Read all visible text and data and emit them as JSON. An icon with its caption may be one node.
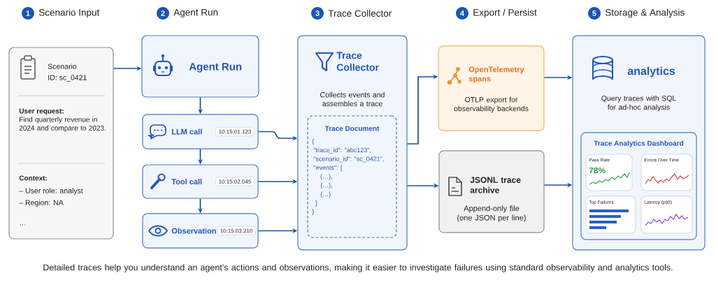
{
  "diagram": {
    "caption": "Detailed traces help you understand an agent’s actions and observations, making it easier to investigate failures using standard observability and analytics tools.",
    "nodes": [
      {
        "text": [
          "Scenario",
          "ID: sc_0421",
          "User request:",
          "Find quarterly revenue in 2024 and compare to 2023.",
          "Context:",
          "– User role: analyst",
          "– Region: NA",
          "…"
        ]
      },
      {
        "text": [
          "Agent Run"
        ]
      },
      {
        "text": [
          "LLM call",
          "10:15:01.123"
        ]
      },
      {
        "text": [
          "Tool call",
          "10:15:02.045"
        ]
      },
      {
        "text": [
          "Observation",
          "10:15:03.210"
        ]
      },
      {
        "text": [
          "Trace Collector",
          "Collects events and assembles a trace"
        ]
      },
      {
        "text": [
          "Trace Document",
          "{",
          "\"trace_id\": \"abc123\",",
          "\"scenario_id\": \"sc_0421\",",
          "\"events\": [",
          "{…},",
          "{…},",
          "{…}",
          "]",
          "}"
        ],
        "in": 5
      },
      {
        "text": [
          "OpenTelemetry spans",
          "OTLP export for observability backends"
        ]
      },
      {
        "text": [
          "JSONL trace archive",
          "Append-only file (one JSON per line)"
        ]
      },
      {
        "text": [
          "analytics",
          "Query traces with SQL for ad-hoc analysis"
        ]
      },
      {
        "text": [
          "Trace Analytics Dashboard"
        ],
        "in": 9
      },
      {
        "text": [
          "Pass Rate",
          "78%"
        ],
        "in": 10
      },
      {
        "text": [
          "Errors Over Time"
        ],
        "in": 10
      },
      {
        "text": [
          "Top Failures"
        ],
        "in": 10
      },
      {
        "text": [
          "Latency (p95)"
        ],
        "in": 10
      }
    ],
    "edges": [
      {
        "from": 0,
        "to": 1,
        "arrow": "to"
      },
      {
        "from": 1,
        "to": 2,
        "arrow": "to"
      },
      {
        "from": 2,
        "to": 3,
        "arrow": "to"
      },
      {
        "from": 3,
        "to": 4,
        "arrow": "to"
      },
      {
        "from": 2,
        "to": 5,
        "arrow": "to"
      },
      {
        "from": 3,
        "to": 5,
        "arrow": "to"
      },
      {
        "from": 4,
        "to": 5,
        "arrow": "to"
      },
      {
        "from": 5,
        "to": 7,
        "arrow": "to"
      },
      {
        "from": 5,
        "to": 8,
        "arrow": "to"
      },
      {
        "from": 7,
        "to": 9,
        "arrow": "to"
      },
      {
        "from": 8,
        "to": 9,
        "arrow": "to"
      }
    ],
    "labels": [
      "1",
      "Scenario Input",
      "2",
      "Agent Run",
      "3",
      "Trace Collector",
      "4",
      "Export / Persist",
      "5",
      "Storage & Analysis"
    ]
  }
}
